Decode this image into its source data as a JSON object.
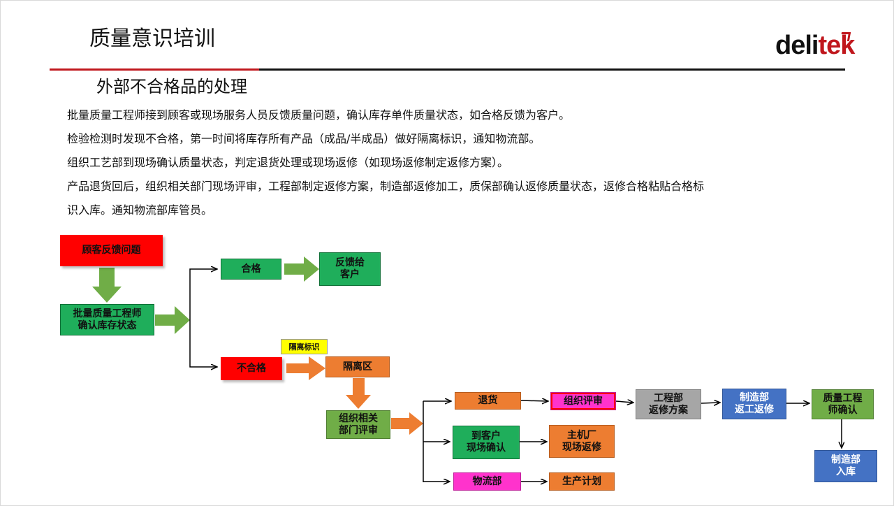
{
  "header": {
    "title": "质量意识培训",
    "logo_main": "deli",
    "logo_accent": "tek"
  },
  "section": {
    "subtitle": "外部不合格品的处理"
  },
  "paragraphs": [
    "批量质量工程师接到顾客或现场服务人员反馈质量问题，确认库存单件质量状态，如合格反馈为客户。",
    "检验检测时发现不合格，第一时间将库存所有产品（成品/半成品）做好隔离标识，通知物流部。",
    "组织工艺部到现场确认质量状态，判定退货处理或现场返修（如现场返修制定返修方案）。",
    "产品退货回后，组织相关部门现场评审，工程部制定返修方案，制造部返修加工，质保部确认返修质量状态，返修合格粘贴合格标",
    "识入库。通知物流部库管员。"
  ],
  "flow": {
    "customer_feedback": "顾客反馈问题",
    "engineer_confirm": "批量质量工程师\n确认库存状态",
    "pass": "合格",
    "feedback_customer": "反馈给\n客户",
    "fail": "不合格",
    "isolation_tag": "隔离标识",
    "isolation_zone": "隔离区",
    "org_review": "组织相关\n部门评审",
    "return_goods": "退货",
    "org_review2": "组织评审",
    "eng_plan": "工程部\n返修方案",
    "mfg_rework": "制造部\n返工返修",
    "qe_confirm": "质量工程\n师确认",
    "mfg_store": "制造部\n入库",
    "onsite_confirm": "到客户\n现场确认",
    "oem_rework": "主机厂\n现场返修",
    "logistics": "物流部",
    "production_plan": "生产计划"
  },
  "colors": {
    "accent_red": "#c0171d",
    "box_red": "#ff0000",
    "box_green": "#1fae5b",
    "box_orange": "#ed7d31",
    "box_gray": "#a6a6a6",
    "box_blue": "#4472c4",
    "box_light_green": "#70ad47",
    "box_pink": "#ff33cc",
    "box_yellow": "#ffff00"
  }
}
